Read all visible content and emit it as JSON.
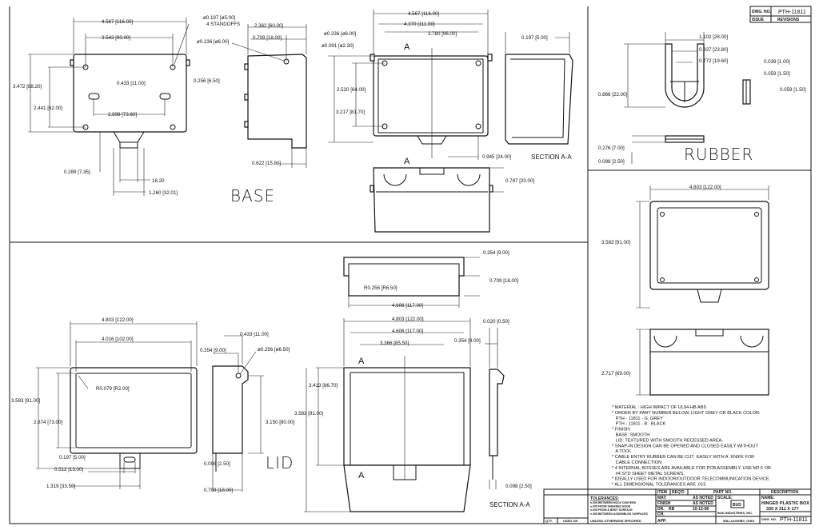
{
  "views": {
    "base_title": "BASE",
    "lid_title": "LID",
    "rubber_title": "RUBBER",
    "section_top": "SECTION A-A",
    "section_bottom": "SECTION A-A",
    "section_marks": [
      "A",
      "A",
      "A",
      "A"
    ]
  },
  "dimensions": [
    "4.567 [116.00]",
    "3.543 [90.00]",
    "ø0.197 [ø5.00]",
    "4 STANDOFFS",
    "ø0.236 [ø6.00]",
    "2.362 [60.00]",
    "0.709 [18.00]",
    "3.472 [88.20]",
    "2.441 [62.00]",
    "0.433 [11.00]",
    "0.256 [6.50]",
    "2.898 [73.60]",
    "0.289 [7.35]",
    "18.20",
    "1.260 [32.01]",
    "0.622 [15.80]",
    "4.567 [116.00]",
    "4.370 [111.00]",
    "ø0.236 [ø6.00]",
    "3.780 [96.00]",
    "ø0.091 [ø2.30]",
    "2.520 [64.00]",
    "3.217 [81.70]",
    "0.945 [24.00]",
    "0.197 [5.00]",
    "0.787 [20.00]",
    "1.102 [28.00]",
    "0.937 [23.80]",
    "0.772 [19.60]",
    "0.039 [1.00]",
    "0.059 [1.50]",
    "0.059 [1.50]",
    "0.866 [22.00]",
    "0.276 [7.00]",
    "0.098 [2.50]",
    "4.803 [122.00]",
    "3.583 [91.00]",
    "2.717 [69.00]",
    "4.803 [122.00]",
    "4.016 [102.00]",
    "R0.079 [R2.00]",
    "3.583 [91.00]",
    "2.874 [73.00]",
    "0.197 [5.00]",
    "0.512 [13.00]",
    "1.319 [33.50]",
    "0.433 [11.00]",
    "0.354 [9.00]",
    "ø0.256 [ø6.50]",
    "3.150 [80.00]",
    "0.098 [2.50]",
    "0.709 [18.00]",
    "R0.256 [R6.50]",
    "4.606 [117.00]",
    "0.354 [9.00]",
    "0.709 [18.00]",
    "4.803 [122.00]",
    "4.606 [117.00]",
    "3.366 [85.50]",
    "0.020 [0.50]",
    "0.354 [9.00]",
    "3.413 [86.70]",
    "3.583 [91.00]",
    "0.098 [2.50]"
  ],
  "notes": [
    "* MATERIAL : HIGH IMPACT OF UL94-HB ABS",
    "* ORDER BY PART NUMBER BELOW, LIGHT GREY OR BLACK COLOR:",
    "   PTH - 11811 - G: GREY",
    "   PTH - 11811 - B:  BLACK",
    "* FINISH:",
    "   BASE: SMOOTH",
    "   LID: TEXTURED WITH SMOOTH RECESSED AREA.",
    "* SNAP-IN DESIGN CAN BE OPENED AND CLOSED EASILY WITHOUT",
    "   A TOOL",
    "* CABLE ENTRY RUBBER CAN BE CUT  EASILY WITH A  KNIFE FOR",
    "   CABLE CONNECTION",
    "* 4 INTERNAL BOSSES ARE AVAILABLE FOR PCB ASSEMBLY. USE M2.5 OR",
    "   #4 STD SHEET METAL SCREWS.",
    "* IDEALLY USED FOR INDOOR/OUTDOOR TELECOMMUNICATION DEVICE.",
    "* ALL DIMENSIONAL TOLERANCES ARE .015"
  ],
  "revision_block": {
    "dwg_no_label": "DWG. NO.",
    "dwg_no": "PTH-11811",
    "issue_label": "ISSUE",
    "revisions_label": "REVISIONS"
  },
  "title_block": {
    "item": "ITEM",
    "reqd": "REQ'D",
    "part_no": "PART NO.",
    "description": "DESCRIPTION",
    "tolerances": "TOLERANCES:",
    "tol_lines": [
      "±.005 BETWEEN HOLE CENTERS",
      "±.005 FROM SHEARED EDGE",
      "±.005 FROM A BENT SURFACE",
      "±.005 BETWEEN ASSEMBLED SURFACES"
    ],
    "unless": "UNLESS OTHERWISE SPECIFIED",
    "qty": "QTY.",
    "used_on": "USED ON",
    "mat_label": "MAT:",
    "mat_value": "AS NOTED",
    "finish_label": "FINISH",
    "finish_value": "AS NOTED",
    "dr_label": "DR.",
    "dr_value": "RB",
    "date": "10-13-08",
    "ch_label": "CH.",
    "app_label": "APP.",
    "scale_label": "SCALE:",
    "logo": "BUD",
    "company": "BUD INDUSTRIES, INC.",
    "city": "WILLOUGHBY, OHIO",
    "name_label": "NAME:",
    "name_line1": "HINGED PLASTIC BOX",
    "name_line2": "330 X 311 X 177",
    "dwg_label": "DWG. NO.",
    "dwg_no": "PTH-11811"
  }
}
